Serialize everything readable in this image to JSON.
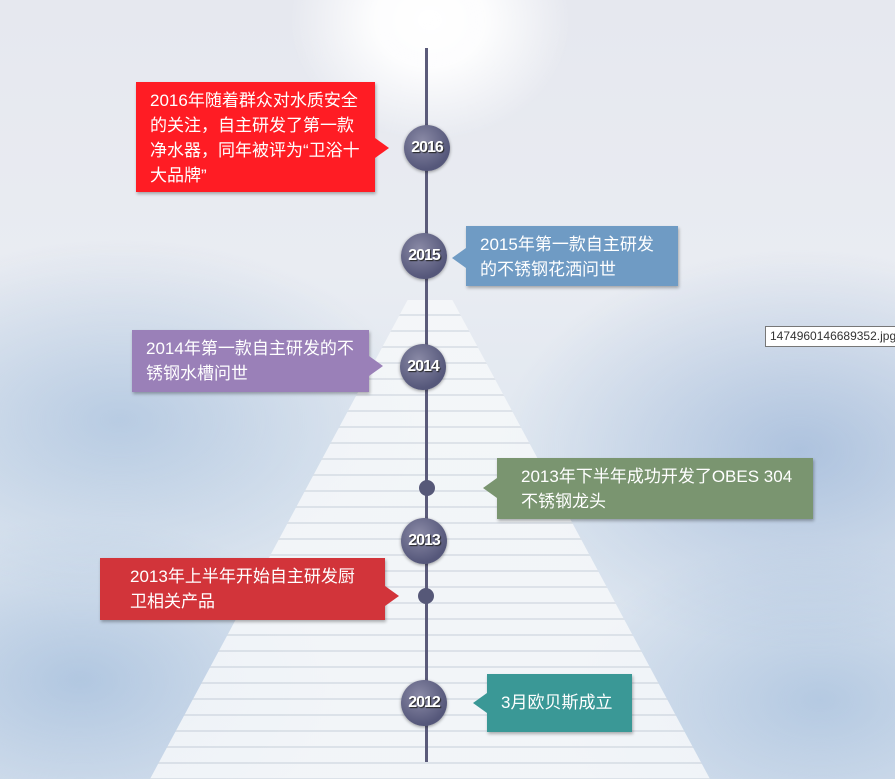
{
  "timeline": {
    "nodes": [
      "2016",
      "2015",
      "2014",
      "2013",
      "2012"
    ],
    "events": [
      {
        "text": "2016年随着群众对水质安全的关注，自主研发了第一款净水器，同年被评为“卫浴十大品牌”",
        "color": "#ff1c24"
      },
      {
        "text": "2015年第一款自主研发的不锈钢花洒问世",
        "color": "#6f9bc4"
      },
      {
        "text": "2014年第一款自主研发的不锈钢水槽问世",
        "color": "#9a80b8"
      },
      {
        "text": "2013年下半年成功开发了OBES 304不锈钢龙头",
        "color": "#7a9570"
      },
      {
        "text": "2013年上半年开始自主研发厨卫相关产品",
        "color": "#d2343a"
      },
      {
        "text": "3月欧贝斯成立",
        "color": "#3a9896"
      }
    ]
  },
  "tooltip": "1474960146689352.jpg"
}
